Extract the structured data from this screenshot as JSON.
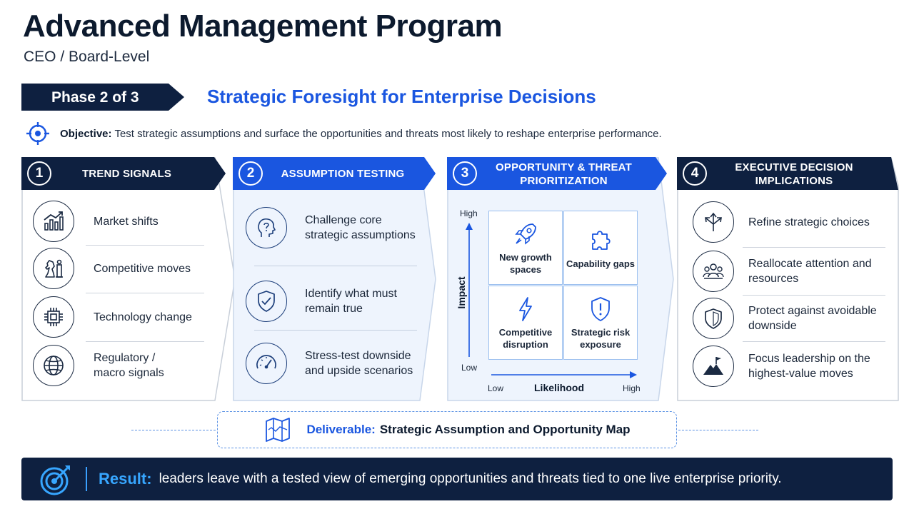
{
  "header": {
    "title": "Advanced Management Program",
    "subtitle": "CEO / Board-Level"
  },
  "phase": {
    "tag": "Phase 2 of 3",
    "title": "Strategic Foresight for Enterprise Decisions"
  },
  "objective": {
    "label": "Objective:",
    "text": "Test strategic assumptions and surface the opportunities and threats most likely to reshape enterprise performance."
  },
  "columns": [
    {
      "number": "1",
      "title": "TREND SIGNALS",
      "items": [
        {
          "label": "Market shifts",
          "icon": "bar-chart-growth-icon"
        },
        {
          "label": "Competitive moves",
          "icon": "chess-pieces-icon"
        },
        {
          "label": "Technology change",
          "icon": "microchip-icon"
        },
        {
          "label": "Regulatory / macro signals",
          "icon": "globe-icon"
        }
      ]
    },
    {
      "number": "2",
      "title": "ASSUMPTION TESTING",
      "items": [
        {
          "label": "Challenge core strategic assumptions",
          "icon": "head-question-icon"
        },
        {
          "label": "Identify what must remain true",
          "icon": "shield-check-icon"
        },
        {
          "label": "Stress-test downside and upside scenarios",
          "icon": "gauge-icon"
        }
      ]
    },
    {
      "number": "3",
      "title": "OPPORTUNITY & THREAT PRIORITIZATION",
      "matrix": {
        "y_axis": "Impact",
        "x_axis": "Likelihood",
        "y_high": "High",
        "y_low": "Low",
        "x_low": "Low",
        "x_high": "High",
        "cells": [
          {
            "label": "New growth spaces",
            "icon": "rocket-icon"
          },
          {
            "label": "Capability gaps",
            "icon": "puzzle-piece-icon"
          },
          {
            "label": "Competitive disruption",
            "icon": "lightning-icon"
          },
          {
            "label": "Strategic risk exposure",
            "icon": "shield-alert-icon"
          }
        ]
      }
    },
    {
      "number": "4",
      "title": "EXECUTIVE DECISION IMPLICATIONS",
      "items": [
        {
          "label": "Refine strategic choices",
          "icon": "direction-arrows-icon"
        },
        {
          "label": "Reallocate attention and resources",
          "icon": "people-group-icon"
        },
        {
          "label": "Protect against avoidable downside",
          "icon": "shield-icon"
        },
        {
          "label": "Focus leadership on the highest-value moves",
          "icon": "mountain-flag-icon"
        }
      ]
    }
  ],
  "deliverable": {
    "label": "Deliverable:",
    "text": "Strategic Assumption and Opportunity Map"
  },
  "result": {
    "label": "Result:",
    "text": "leaders leave with a tested view of emerging opportunities and threats tied to one live enterprise priority."
  },
  "colors": {
    "navy": "#0e2040",
    "blue": "#1a56e0",
    "accent_blue": "#37a6ff",
    "panel_blue": "#eef4fd"
  }
}
